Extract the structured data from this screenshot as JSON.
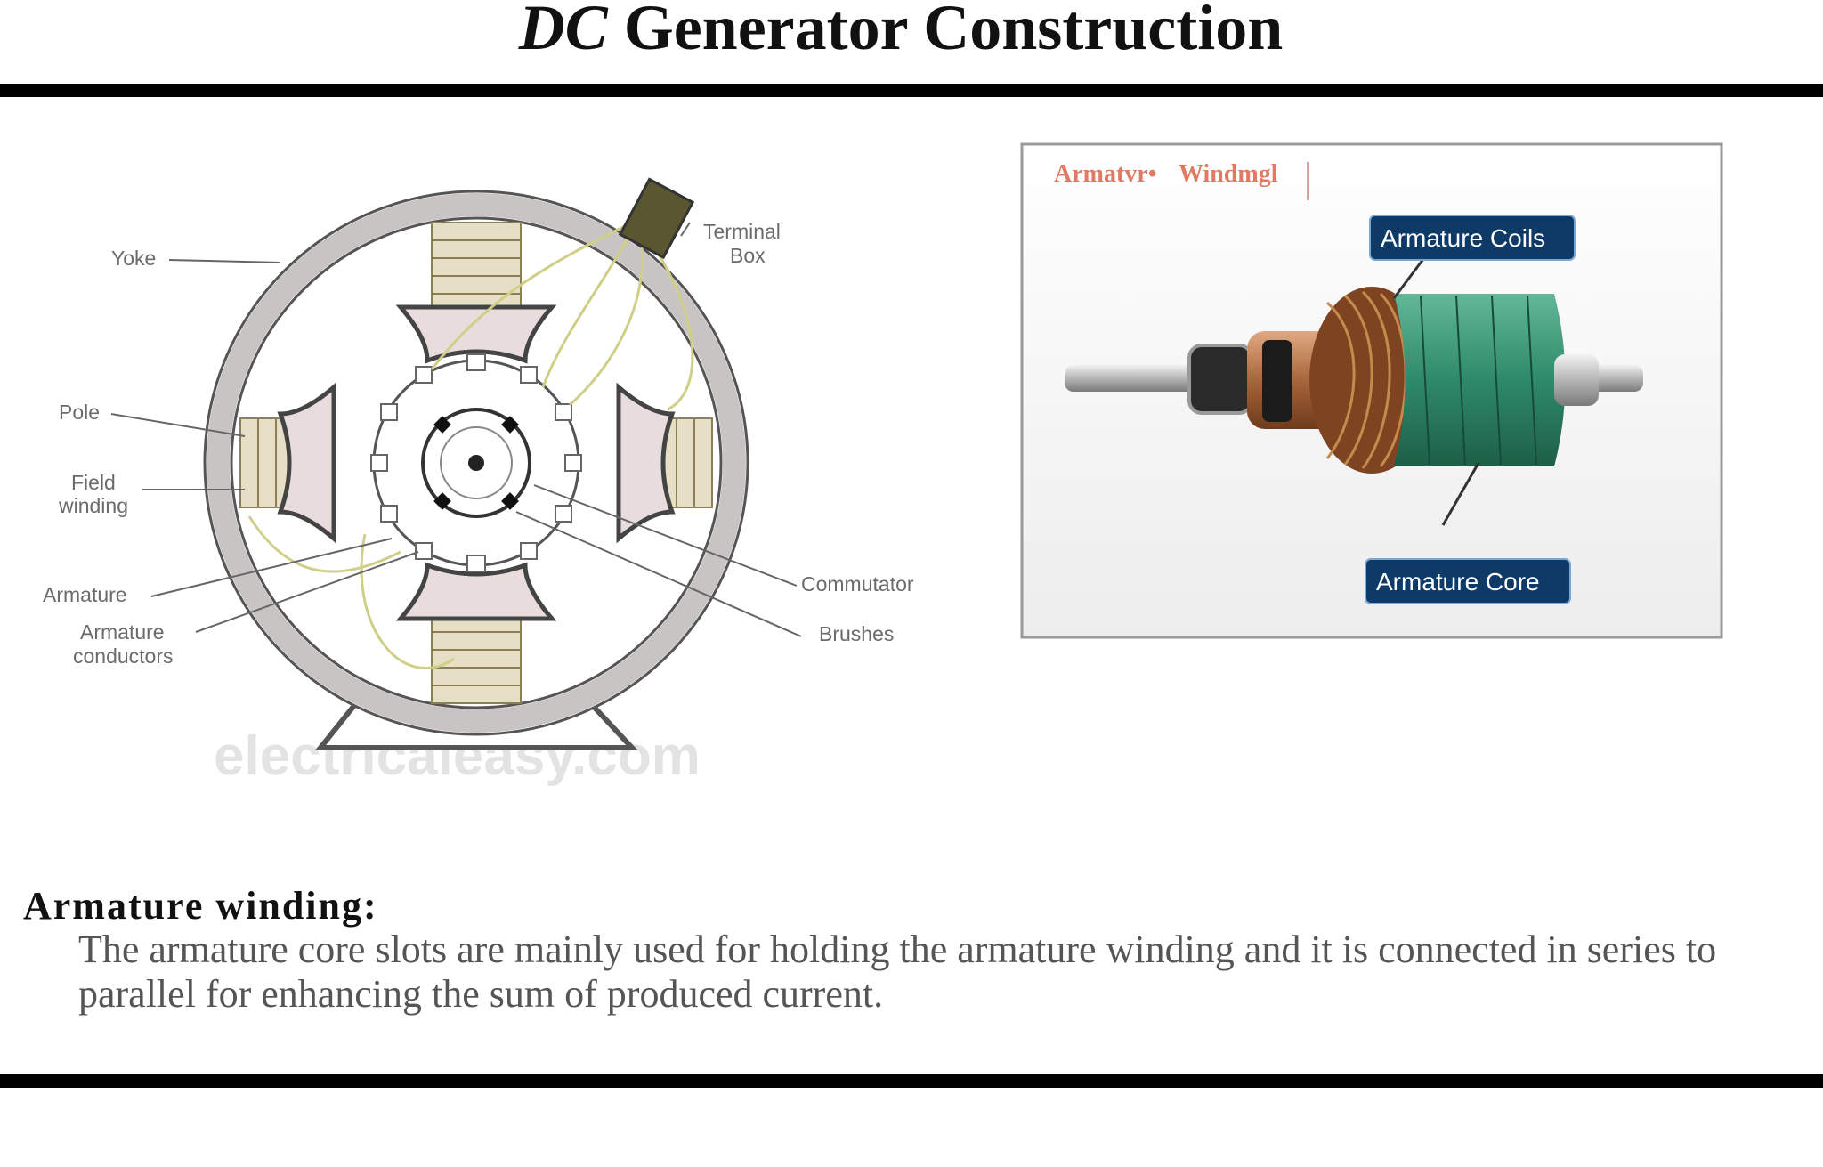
{
  "slide": {
    "title_italic": "DC",
    "title_rest": " Generator Construction"
  },
  "generator_diagram": {
    "labels": {
      "yoke": "Yoke",
      "terminal_line1": "Terminal",
      "terminal_line2": "Box",
      "pole": "Pole",
      "field_line1": "Field",
      "field_line2": "winding",
      "armature": "Armature",
      "conductors_line1": "Armature",
      "conductors_line2": "conductors",
      "commutator": "Commutator",
      "brushes": "Brushes"
    },
    "watermark": "electricaleasy.com",
    "colors": {
      "yoke": "#c9c4c4",
      "pole": "#e8dcdc",
      "winding": "#e7dfc5",
      "wire": "#cfcf88",
      "terminal": "#5a5630"
    }
  },
  "armature_figure": {
    "corner_label_1": "Armatvr•",
    "corner_label_2": "Windmgl",
    "coils_label": "Armature Coils",
    "core_label": "Armature Core",
    "colors": {
      "core": "#2e8a6a",
      "copper": "#9a5a2a",
      "chip": "#0e3a68"
    }
  },
  "section": {
    "heading": "Armature  winding:",
    "body": "The armature core  slots are  mainly  used  for holding  the armature winding  and it is  connected  in series to parallel for  enhancing the  sum of  produced   current."
  }
}
